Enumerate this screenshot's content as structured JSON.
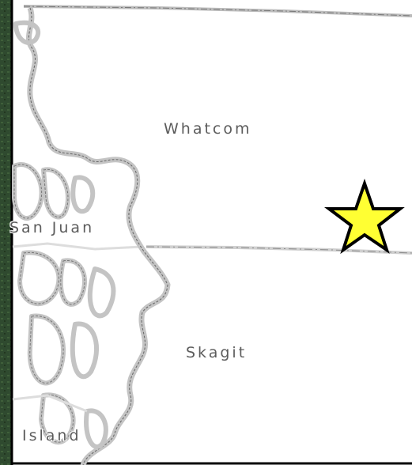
{
  "map": {
    "labels": {
      "whatcom": "Whatcom",
      "san_juan": "San Juan",
      "skagit": "Skagit",
      "island": "Island"
    },
    "marker": {
      "shape": "star-icon",
      "fill": "#ffff33",
      "stroke": "#000000"
    },
    "colors": {
      "satellite": "#2f4a2f",
      "land": "#ffffff",
      "coastline": "#bdbdbd",
      "border": "#9a9a9a"
    }
  }
}
